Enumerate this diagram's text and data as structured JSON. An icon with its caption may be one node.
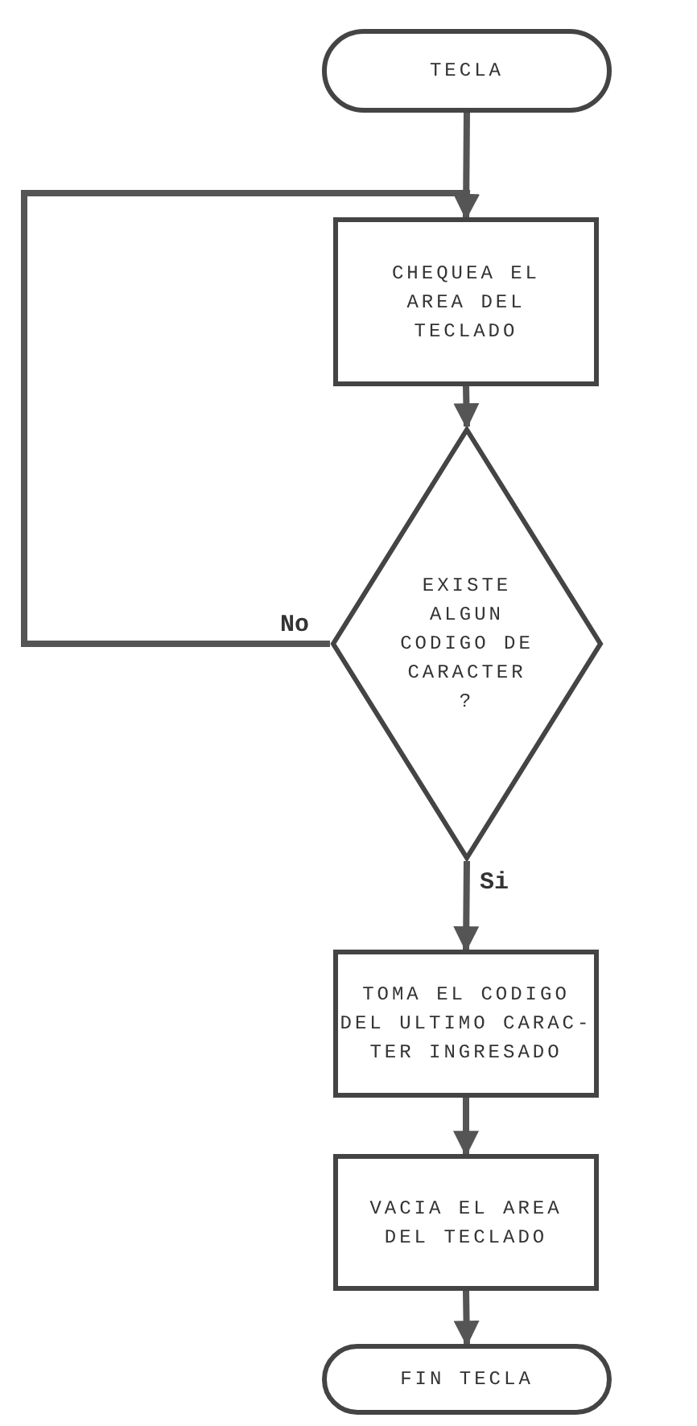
{
  "diagram": {
    "nodes": [
      {
        "text": [
          "TECLA"
        ]
      },
      {
        "text": [
          "CHEQUEA EL AREA DEL TECLADO"
        ]
      },
      {
        "text": [
          "EXISTE ALGUN CODIGO DE CARACTER ?"
        ]
      },
      {
        "text": [
          "TOMA EL CODIGO DEL ULTIMO CARAC- TER INGRESADO"
        ]
      },
      {
        "text": [
          "VACIA EL AREA DEL TECLADO"
        ]
      },
      {
        "text": [
          "FIN TECLA"
        ]
      }
    ],
    "edges": [
      {
        "from": 0,
        "to": 1,
        "arrow": "to"
      },
      {
        "from": 1,
        "to": 2,
        "arrow": "to"
      },
      {
        "from": 2,
        "to": 1,
        "arrow": "to",
        "label": "No"
      },
      {
        "from": 2,
        "to": 3,
        "arrow": "to",
        "label": "Si"
      },
      {
        "from": 3,
        "to": 4,
        "arrow": "to"
      },
      {
        "from": 4,
        "to": 5,
        "arrow": "to"
      }
    ]
  }
}
